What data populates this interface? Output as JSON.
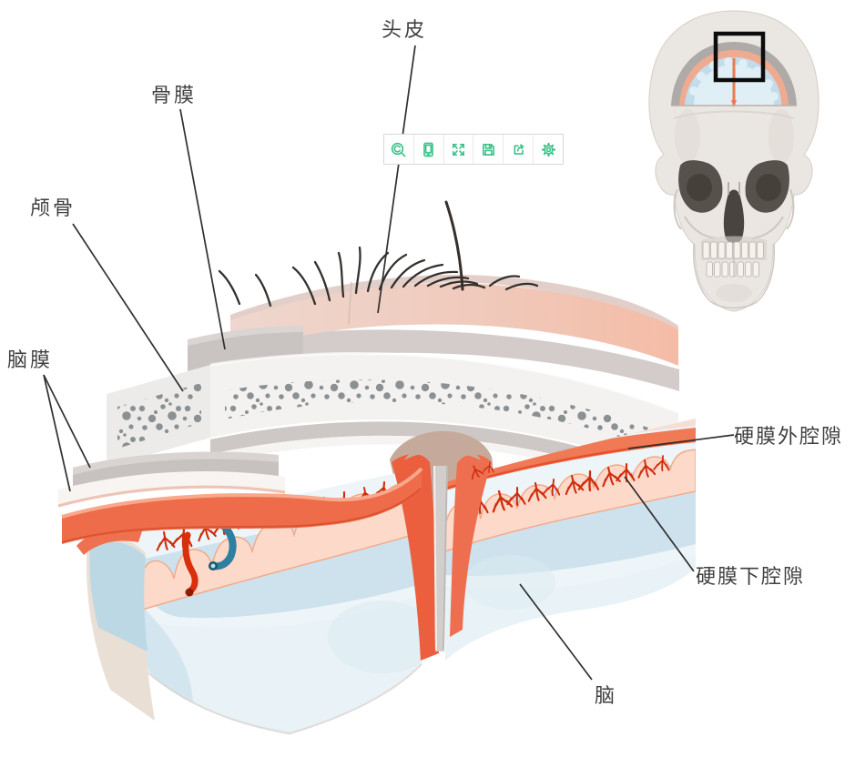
{
  "colors": {
    "background": "#ffffff",
    "toolbar_icon_green": "#3cc289",
    "label_text": "#3f3f3f",
    "highlight_box": "#0c0c0c",
    "dura_salmon": "#ee6c4a",
    "csf_blue": "#cde2ed",
    "gyri_pink": "#fcd9c9",
    "vessel_red": "#d2310e",
    "vein_blue": "#2e7fa0",
    "bone_white": "#f3f2f0",
    "diploe_gray": "#8b9093"
  },
  "labels": {
    "scalp": "头皮",
    "periosteum": "骨膜",
    "skull_bone": "颅骨",
    "meninges": "脑膜",
    "epidural_space": "硬膜外腔隙",
    "subdural_space": "硬膜下腔隙",
    "brain": "脑"
  },
  "toolbar": {
    "icons": [
      {
        "name": "zoom-search-icon"
      },
      {
        "name": "mobile-device-icon"
      },
      {
        "name": "fullscreen-icon"
      },
      {
        "name": "save-icon"
      },
      {
        "name": "share-icon"
      },
      {
        "name": "settings-icon"
      }
    ]
  }
}
